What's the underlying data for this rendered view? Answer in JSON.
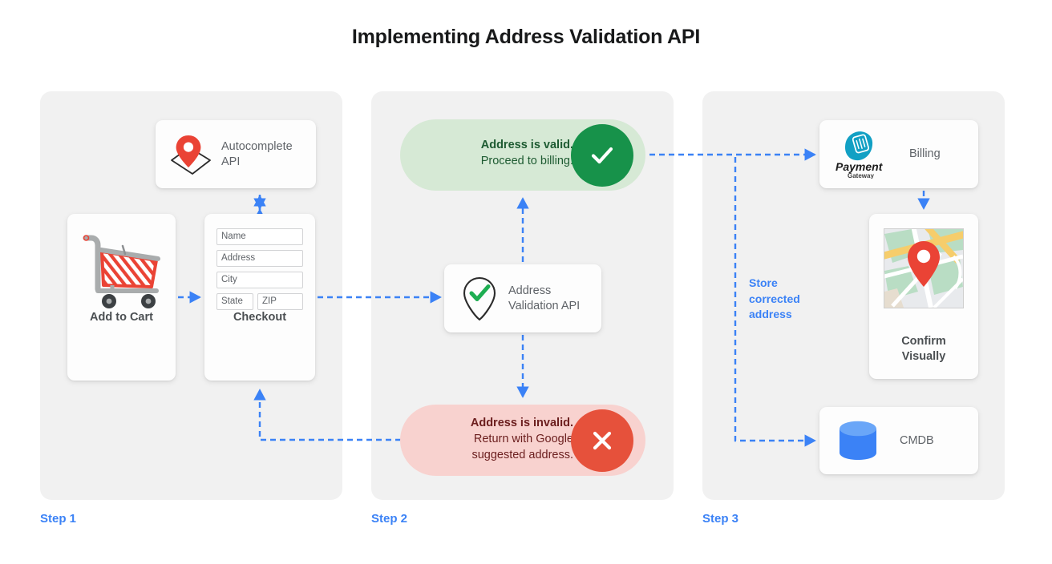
{
  "page": {
    "title": "Implementing Address Validation API",
    "background_color": "#ffffff",
    "panel_color": "#f1f1f1",
    "accent_blue": "#3b82f6"
  },
  "steps": [
    {
      "label": "Step 1"
    },
    {
      "label": "Step 2"
    },
    {
      "label": "Step 3"
    }
  ],
  "step1": {
    "autocomplete_card": {
      "icon": "map-pin-diamond-icon",
      "line1": "Autocomplete",
      "line2": "API"
    },
    "add_to_cart_card": {
      "icon": "shopping-cart-icon",
      "label": "Add to Cart"
    },
    "checkout_card": {
      "label": "Checkout",
      "fields": [
        {
          "name": "name-field",
          "placeholder": "Name"
        },
        {
          "name": "address-field",
          "placeholder": "Address"
        },
        {
          "name": "city-field",
          "placeholder": "City"
        },
        {
          "name": "state-field",
          "placeholder": "State"
        },
        {
          "name": "zip-field",
          "placeholder": "ZIP"
        }
      ]
    }
  },
  "step2": {
    "valid_pill": {
      "title": "Address is valid.",
      "subtitle": "Proceed to billing.",
      "badge_icon": "check-icon",
      "background_color": "#d6e9d5",
      "badge_color": "#17924a",
      "text_color": "#1e5b32"
    },
    "validation_card": {
      "icon": "pin-check-icon",
      "line1": "Address",
      "line2": "Validation API"
    },
    "invalid_pill": {
      "title": "Address is invalid.",
      "subtitle_line1": "Return with Google",
      "subtitle_line2": "suggested address.",
      "badge_icon": "close-x-icon",
      "background_color": "#f8d2cf",
      "badge_color": "#e6513b",
      "text_color": "#6b1e1e"
    }
  },
  "step3": {
    "billing_card": {
      "icon": "payment-gateway-logo",
      "logo_line1": "Payment",
      "logo_line2": "Gateway",
      "label": "Billing"
    },
    "confirm_card": {
      "icon": "map-thumbnail-icon",
      "line1": "Confirm",
      "line2": "Visually"
    },
    "cmdb_card": {
      "icon": "database-cylinder-icon",
      "label": "CMDB"
    },
    "store_note": {
      "line1": "Store",
      "line2": "corrected",
      "line3": "address"
    }
  }
}
